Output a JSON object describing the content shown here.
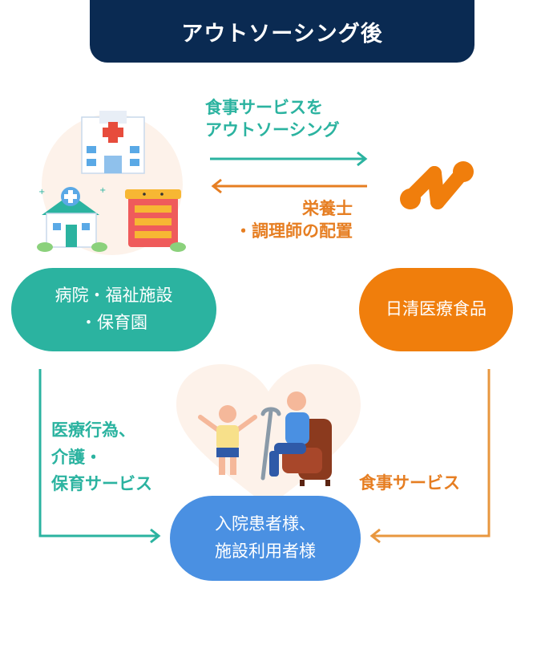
{
  "header": {
    "title": "アウトソーシング後"
  },
  "arrows": {
    "top_right_line1": "食事サービスを",
    "top_right_line2": "アウトソーシング",
    "top_left_line1": "栄養士",
    "top_left_line2": "・調理師の配置",
    "left_down_line1": "医療行為、",
    "left_down_line2": "介護・",
    "left_down_line3": "保育サービス",
    "right_down_line1": "食事サービス"
  },
  "nodes": {
    "facility_line1": "病院・福祉施設",
    "facility_line2": "・保育園",
    "company": "日清医療食品",
    "recipients_line1": "入院患者様、",
    "recipients_line2": "施設利用者様"
  },
  "colors": {
    "header_bg": "#0a2a52",
    "teal": "#2bb3a0",
    "orange": "#e67e22",
    "company_orange": "#f07e0c",
    "blue": "#4a90e2",
    "soft_peach": "#fdf2ea"
  },
  "icons": [
    "hospital-icon",
    "clinic-icon",
    "nursery-building-icon",
    "company-logo-icon",
    "heart-icon",
    "child-icon",
    "elderly-with-crutch-icon"
  ]
}
